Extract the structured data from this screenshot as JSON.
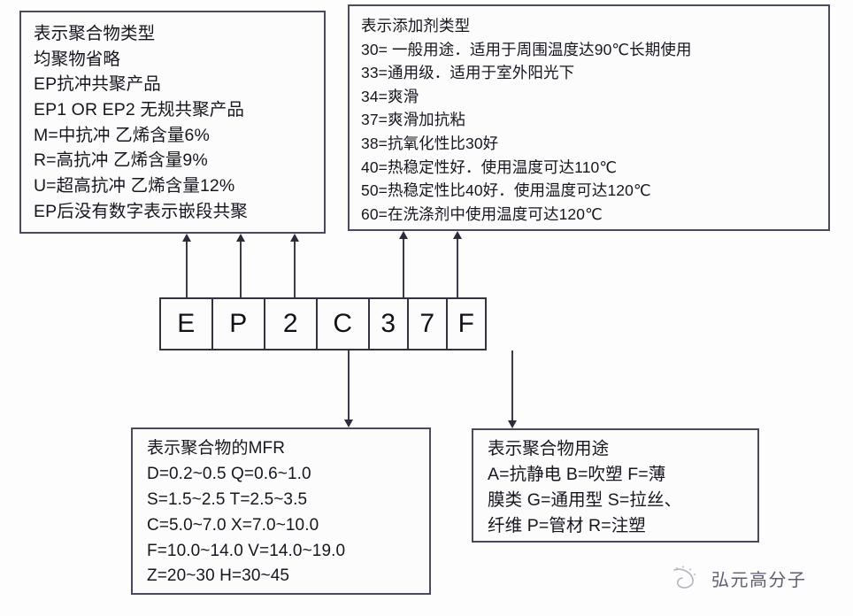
{
  "diagram": {
    "title": "PP grade code designation diagram",
    "code_cells": [
      {
        "char": "E",
        "width": "wide"
      },
      {
        "char": "P",
        "width": "wide"
      },
      {
        "char": "2",
        "width": "wide"
      },
      {
        "char": "C",
        "width": "wide"
      },
      {
        "char": "3",
        "width": "narrow"
      },
      {
        "char": "7",
        "width": "narrow"
      },
      {
        "char": "F",
        "width": "narrow"
      }
    ],
    "polymer_type_box": {
      "name": "表示聚合物类型",
      "lines": [
        "表示聚合物类型",
        "均聚物省略",
        "EP抗冲共聚产品",
        "EP1 OR EP2 无规共聚产品",
        "M=中抗冲  乙烯含量6%",
        "R=高抗冲   乙烯含量9%",
        "U=超高抗冲 乙烯含量12%",
        "EP后没有数字表示嵌段共聚"
      ]
    },
    "additive_type_box": {
      "name": "表示添加剂类型",
      "lines": [
        "表示添加剂类型",
        "30= 一般用途．适用于周围温度达90℃长期使用",
        "33=通用级．适用于室外阳光下",
        "34=爽滑",
        "37=爽滑加抗粘",
        "38=抗氧化性比30好",
        "40=热稳定性好．使用温度可达110℃",
        "50=热稳定性比40好．使用温度可达120℃",
        "60=在洗涤剂中使用温度可达120℃"
      ]
    },
    "mfr_box": {
      "name": "表示聚合物的MFR",
      "lines": [
        "表示聚合物的MFR",
        "D=0.2~0.5   Q=0.6~1.0",
        "S=1.5~2.5     T=2.5~3.5",
        "C=5.0~7.0  X=7.0~10.0",
        "F=10.0~14.0   V=14.0~19.0",
        "Z=20~30    H=30~45"
      ]
    },
    "usage_box": {
      "name": "表示聚合物用途",
      "lines": [
        "表示聚合物用途",
        "A=抗静电   B=吹塑    F=薄",
        "膜类  G=通用型  S=拉丝、",
        "纤维  P=管材  R=注塑"
      ]
    },
    "watermark": {
      "text": "弘元高分子",
      "icon": "brand-swirl-icon"
    },
    "colors": {
      "box_border": "#4a4a5e",
      "cell_border": "#33333f",
      "connector": "#3a3a4c",
      "text": "#16161f",
      "background": "#fdfdfe"
    }
  }
}
